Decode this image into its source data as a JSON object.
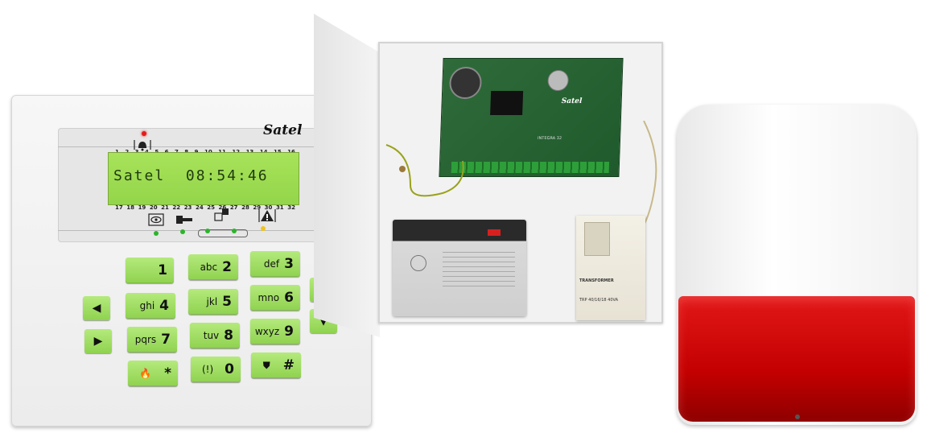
{
  "keypad": {
    "brand": "Satel",
    "zones_top": [
      "1",
      "2",
      "3",
      "4",
      "5",
      "6",
      "7",
      "8",
      "9",
      "10",
      "11",
      "12",
      "13",
      "14",
      "15",
      "16"
    ],
    "zones_bottom": [
      "17",
      "18",
      "19",
      "20",
      "21",
      "22",
      "23",
      "24",
      "25",
      "26",
      "27",
      "28",
      "29",
      "30",
      "31",
      "32"
    ],
    "display_text": "Satel  08:54:46",
    "keys": [
      {
        "sub": "",
        "num": "1"
      },
      {
        "sub": "abc",
        "num": "2"
      },
      {
        "sub": "def",
        "num": "3"
      },
      {
        "sub": "ghi",
        "num": "4"
      },
      {
        "sub": "jkl",
        "num": "5"
      },
      {
        "sub": "mno",
        "num": "6"
      },
      {
        "sub": "pqrs",
        "num": "7"
      },
      {
        "sub": "tuv",
        "num": "8"
      },
      {
        "sub": "wxyz",
        "num": "9"
      },
      {
        "sub": "🔥",
        "num": "*"
      },
      {
        "sub": "(!)",
        "num": "0"
      },
      {
        "sub": "⛊",
        "num": "#"
      }
    ],
    "arrows": [
      "◀",
      "▶",
      "▲",
      "▼"
    ],
    "colors": {
      "key_green": "#9bdc5e",
      "lcd_green": "#9ddc52",
      "led_red": "#e21b1b",
      "led_green": "#2bb52b",
      "led_yellow": "#f0c419"
    }
  },
  "cabinet": {
    "pcb_brand": "Satel",
    "pcb_model": "INTEGRA 32",
    "transformer_label": "TRANSFORMER",
    "transformer_model": "TRP 40/16/18 40VA"
  },
  "siren": {
    "colors": {
      "housing": "#f4f4f4",
      "lens": "#d00000"
    }
  }
}
